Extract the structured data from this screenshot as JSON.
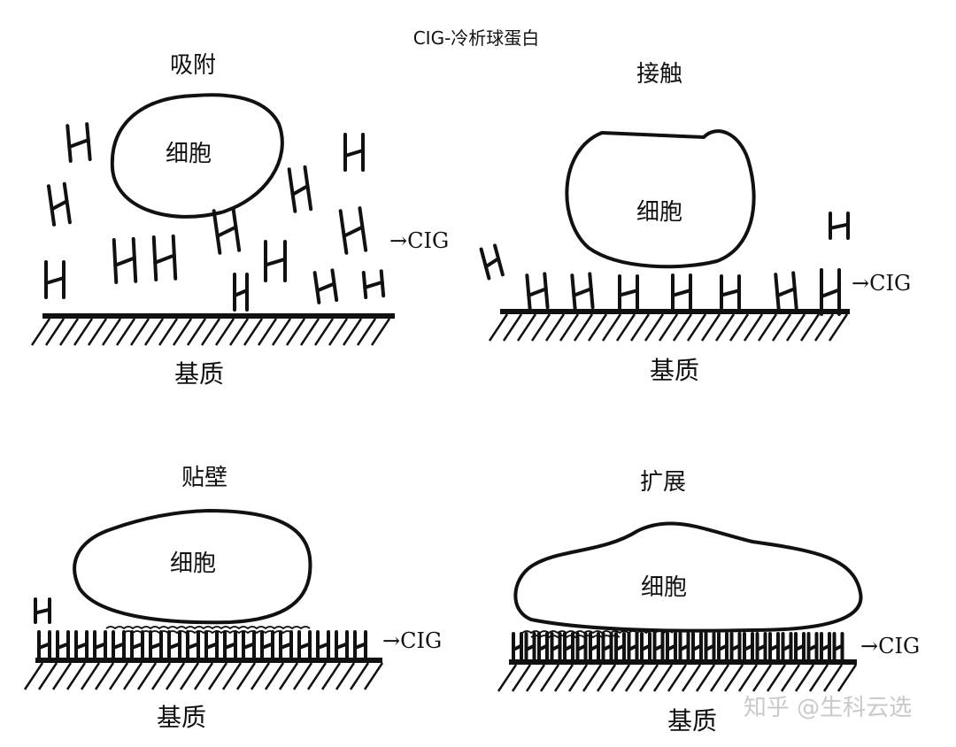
{
  "title": "CIG-冷析球蛋白",
  "panels": [
    {
      "stage": "吸附",
      "cell": "细胞",
      "substrate": "基质",
      "marker": "→CIG"
    },
    {
      "stage": "接触",
      "cell": "细胞",
      "substrate": "基质",
      "marker": "→CIG"
    },
    {
      "stage": "贴壁",
      "cell": "细胞",
      "substrate": "基质",
      "marker": "→CIG"
    },
    {
      "stage": "扩展",
      "cell": "细胞",
      "substrate": "基质",
      "marker": "→CIG"
    }
  ],
  "watermark": "知乎 @生科云选"
}
